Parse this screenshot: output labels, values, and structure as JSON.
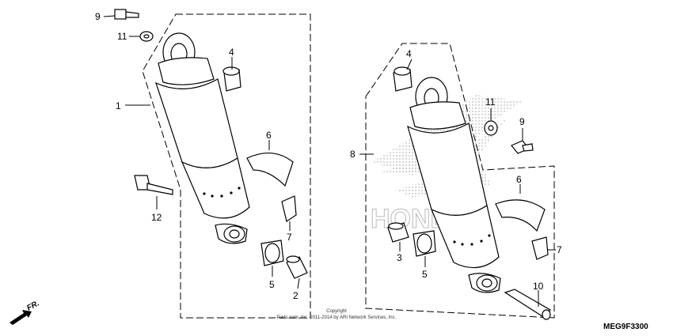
{
  "diagram": {
    "callouts": {
      "left": {
        "c1": "1",
        "c2": "2",
        "c4": "4",
        "c5": "5",
        "c6": "6",
        "c7": "7",
        "c9": "9",
        "c11": "11",
        "c12": "12"
      },
      "right": {
        "c3": "3",
        "c4": "4",
        "c5": "5",
        "c6": "6",
        "c7": "7",
        "c8": "8",
        "c9": "9",
        "c10": "10",
        "c11": "11"
      }
    },
    "copyright_line1": "Copyright",
    "copyright_line2": "Parts.com, Inc. 2011-2014 by ARI Network Services, Inc.",
    "diagram_code": "MEG9F3300",
    "direction_label": "FR.",
    "watermark_text": "HONDA",
    "colors": {
      "lines": "#000000",
      "watermark": "#bbbbbb",
      "background": "#ffffff"
    },
    "icons": {
      "direction": "front-direction-arrow-icon",
      "watermark": "honda-wing-logo"
    }
  }
}
